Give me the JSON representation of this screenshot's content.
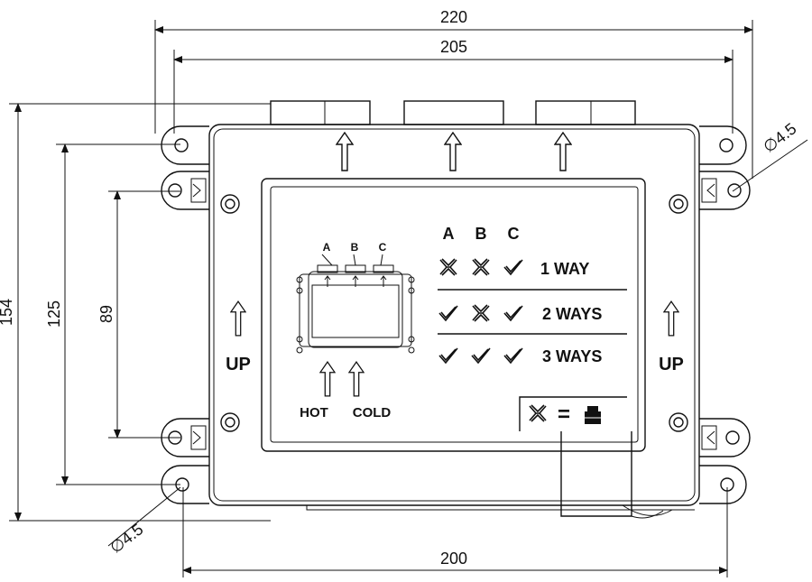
{
  "dimensions": {
    "overall_width": "220",
    "inner_width": "205",
    "bottom_width": "200",
    "overall_height": "154",
    "mid_height": "125",
    "inner_height": "89",
    "hole_top": "∅4.5",
    "hole_bottom": "∅4.5"
  },
  "labels": {
    "up_left": "UP",
    "up_right": "UP",
    "valve_a": "A",
    "valve_b": "B",
    "valve_c": "C",
    "hot": "HOT",
    "cold": "COLD",
    "col_a": "A",
    "col_b": "B",
    "col_c": "C",
    "way1": "1 WAY",
    "way2": "2 WAYS",
    "way3": "3 WAYS",
    "legend_equals": "="
  },
  "icons": {
    "cross": "cross-mark-icon",
    "check": "check-mark-icon",
    "plug": "plug-cap-icon",
    "arrow": "arrow-up-icon"
  },
  "colors": {
    "line": "#111111",
    "background": "#ffffff"
  }
}
